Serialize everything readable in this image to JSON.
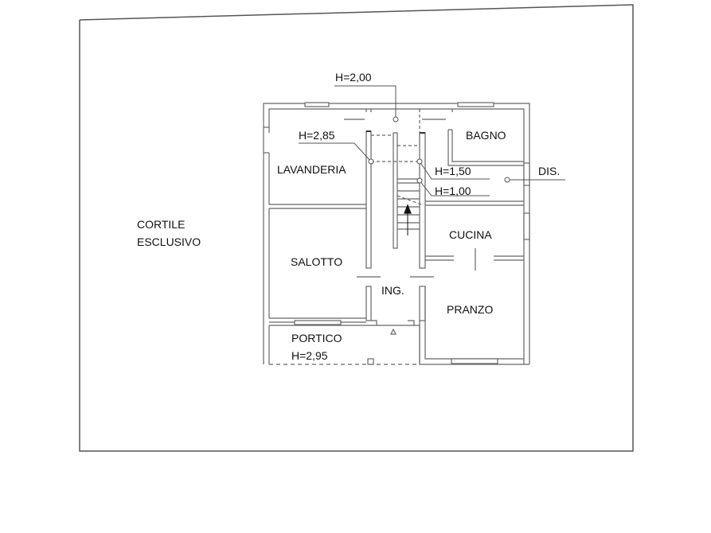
{
  "plan": {
    "outside_area": {
      "line1": "CORTILE",
      "line2": "ESCLUSIVO"
    },
    "rooms": [
      {
        "id": "lavanderia",
        "label": "LAVANDERIA"
      },
      {
        "id": "bagno",
        "label": "BAGNO"
      },
      {
        "id": "dis",
        "label": "DIS."
      },
      {
        "id": "cucina",
        "label": "CUCINA"
      },
      {
        "id": "salotto",
        "label": "SALOTTO"
      },
      {
        "id": "ing",
        "label": "ING."
      },
      {
        "id": "pranzo",
        "label": "PRANZO"
      },
      {
        "id": "portico",
        "label": "PORTICO"
      }
    ],
    "heights": [
      {
        "id": "h-top",
        "label": "H=2,00"
      },
      {
        "id": "h-lav",
        "label": "H=2,85"
      },
      {
        "id": "h-150",
        "label": "H=1,50"
      },
      {
        "id": "h-100",
        "label": "H=1,00"
      },
      {
        "id": "h-portico",
        "label": "H=2,95"
      }
    ],
    "colors": {
      "line": "#555555",
      "wall_fill": "#ffffff",
      "text": "#111111"
    }
  }
}
